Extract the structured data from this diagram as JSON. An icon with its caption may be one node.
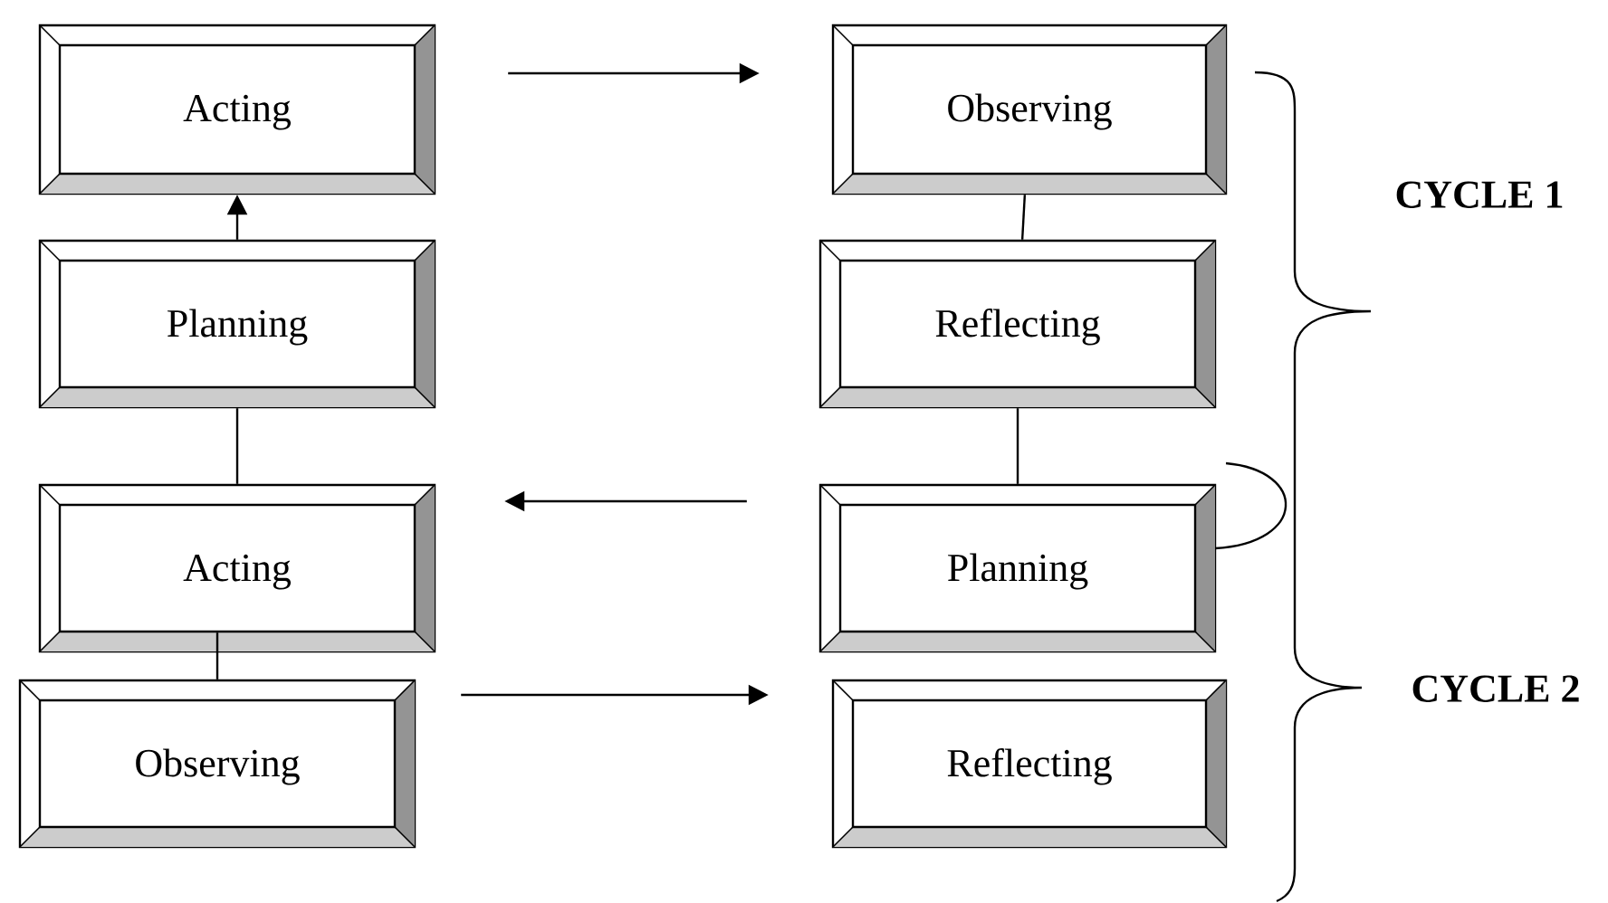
{
  "diagram": {
    "nodes": [
      {
        "text": [
          "Acting"
        ]
      },
      {
        "text": [
          "Planning"
        ]
      },
      {
        "text": [
          "Acting"
        ]
      },
      {
        "text": [
          "Observing"
        ]
      },
      {
        "text": [
          "Observing"
        ]
      },
      {
        "text": [
          "Reflecting"
        ]
      },
      {
        "text": [
          "Planning"
        ]
      },
      {
        "text": [
          "Reflecting"
        ]
      }
    ],
    "edges": [
      {
        "from": 1,
        "to": 0,
        "arrow": "to"
      },
      {
        "from": 1,
        "to": 2,
        "arrow": "none"
      },
      {
        "from": 2,
        "to": 3,
        "arrow": "none"
      },
      {
        "from": 4,
        "to": 5,
        "arrow": "none"
      },
      {
        "from": 5,
        "to": 6,
        "arrow": "none"
      },
      {
        "from": 0,
        "to": 4,
        "arrow": "to"
      },
      {
        "from": 6,
        "to": 2,
        "arrow": "to"
      },
      {
        "from": 3,
        "to": 7,
        "arrow": "to"
      }
    ],
    "labels": [
      "CYCLE 1",
      "CYCLE 2"
    ]
  }
}
